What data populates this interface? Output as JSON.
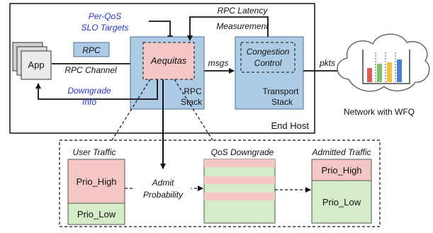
{
  "colors": {
    "blue_box": "#aecbe6",
    "blue_stroke": "#4a6f96",
    "pink": "#f4c6c6",
    "green": "#d6ecc8",
    "blue_text": "#2233cc",
    "bar_red": "#e05a5a",
    "bar_green": "#7cc46a",
    "bar_yellow": "#f0c23c",
    "bar_blue": "#4a7fd6"
  },
  "app": {
    "label": "App"
  },
  "rpc": {
    "label": "RPC",
    "channel_label": "RPC Channel"
  },
  "slo": {
    "line1": "Per-QoS",
    "line2": "SLO Targets"
  },
  "latency": {
    "line1": "RPC Latency",
    "line2": "Measurement"
  },
  "downgrade_info": {
    "line1": "Downgrade",
    "line2": "Info"
  },
  "rpc_stack": {
    "component": "Aequitas",
    "line1": "RPC",
    "line2": "Stack"
  },
  "transport": {
    "component_line1": "Congestion",
    "component_line2": "Control",
    "line1": "Transport",
    "line2": "Stack"
  },
  "msgs_label": "msgs",
  "pkts_label": "pkts",
  "end_host_label": "End Host",
  "network_label": "Network with WFQ",
  "bottom": {
    "user_traffic": "User Traffic",
    "qos_downgrade": "QoS Downgrade",
    "admitted_traffic": "Admitted Traffic",
    "prio_high": "Prio_High",
    "prio_low": "Prio_Low",
    "admit_line1": "Admit",
    "admit_line2": "Probability"
  }
}
